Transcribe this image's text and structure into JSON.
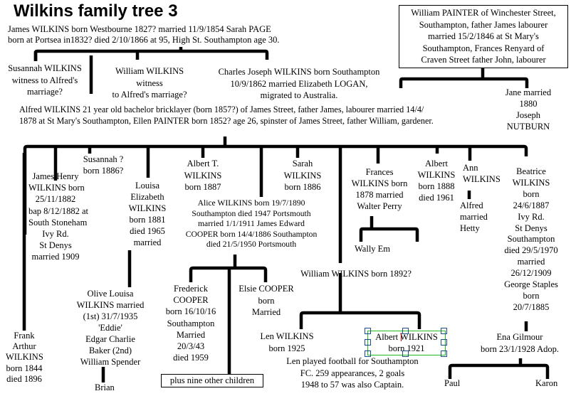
{
  "title": "Wilkins family tree 3",
  "colors": {
    "line": "#000000",
    "selection_border": "#22bb22",
    "selection_handle": "#1a4f8f",
    "text_cursor": "#cc0000"
  },
  "generation1": {
    "james": [
      "James WILKINS born Westbourne 1827? married 11/9/1854 Sarah PAGE",
      "born at Portsea in1832? died 2/10/1866 at 95, High St. Southampton age 30."
    ],
    "painter": [
      "William PAINTER of Winchester Street,",
      "Southampton, father James labourer",
      "married 15/2/1846 at St Mary's",
      "Southampton, Frances Renyard of",
      "Craven Street father John, labourer"
    ]
  },
  "generation2": {
    "susannah": [
      "Susannah WILKINS",
      "witness to Alfred's",
      "marriage?"
    ],
    "william": [
      "William WILKINS",
      "witness",
      "to Alfred's marriage?"
    ],
    "charles": [
      "Charles Joseph WILKINS born Southampton",
      "10/9/1862 married Elizabeth LOGAN,",
      "migrated to Australia."
    ],
    "jane": [
      "Jane married",
      "1880",
      "Joseph",
      "NUTBURN"
    ],
    "alfred": [
      "Alfred WILKINS 21 year old bachelor bricklayer (born 1857?) of James Street, father James, labourer married 14/4/",
      "1878 at St Mary's Southampton, Ellen PAINTER born 1852? age 26, spinster of James Street, father William, gardener."
    ]
  },
  "generation3": {
    "frank": [
      "Frank",
      "Arthur",
      "WILKINS",
      "born 1844",
      "died 1896"
    ],
    "james_henry": [
      "James Henry",
      "WILKINS born",
      "25/11/1882",
      "bap 8/12/1882 at",
      "South Stoneham",
      "Ivy Rd.",
      "St Denys",
      "married 1909"
    ],
    "susannah2": [
      "Susannah ?",
      "born 1886?"
    ],
    "louisa": [
      "Louisa",
      "Elizabeth",
      "WILKINS",
      "born 1881",
      "died 1965",
      "married"
    ],
    "albert_t": [
      "Albert T.",
      "WILKINS",
      "born 1887"
    ],
    "alice": [
      "Alice WILKINS born 19/7/1890",
      "Southampton died 1947 Portsmouth",
      "married 1/1/1911 James Edward",
      "COOPER born 14/4/1886 Southampton",
      "died 21/5/1950 Portsmouth"
    ],
    "sarah": [
      "Sarah",
      "WILKINS",
      "born 1886"
    ],
    "william2": "William WILKINS born 1892?",
    "frances": [
      "Frances",
      "WILKINS born",
      "1878 married",
      "Walter Perry"
    ],
    "albert": [
      "Albert",
      "WILKINS",
      "born 1888",
      "died 1961"
    ],
    "ann": [
      "Ann",
      "WILKINS"
    ],
    "ann_child": [
      "Alfred",
      "married",
      "Hetty"
    ],
    "beatrice": [
      "Beatrice",
      "WILKINS",
      "born",
      "24/6/1887",
      "Ivy Rd.",
      "St Denys",
      "Southampton",
      "died 29/5/1970",
      "married",
      "26/12/1909",
      "George Staples",
      "born",
      "20/7/1885"
    ]
  },
  "generation4": {
    "olive": [
      "Olive Louisa",
      "WILKINS married",
      "(1st) 31/7/1935",
      "'Eddie'",
      "Edgar Charlie",
      "Baker (2nd)",
      "William Spender"
    ],
    "frederick": [
      "Frederick",
      "COOPER",
      "born 16/10/16",
      "Southampton",
      "Married",
      "20/3/43",
      "died 1959"
    ],
    "elsie": [
      "Elsie COOPER",
      "born",
      "Married"
    ],
    "plus_nine": "plus nine other children",
    "wally_em": "Wally Em",
    "len": [
      "Len WILKINS",
      "born 1925"
    ],
    "albert2": [
      "Albert WILKINS",
      "born 1921"
    ],
    "len_note": [
      "Len played football for Southampton",
      "FC. 259 appearances, 2 goals",
      "1948 to 57 was also Captain."
    ],
    "ena": [
      "Ena Gilmour",
      "born 23/1/1928 Adop."
    ]
  },
  "generation5": {
    "brian": "Brian",
    "paul": "Paul",
    "karon": "Karon"
  }
}
